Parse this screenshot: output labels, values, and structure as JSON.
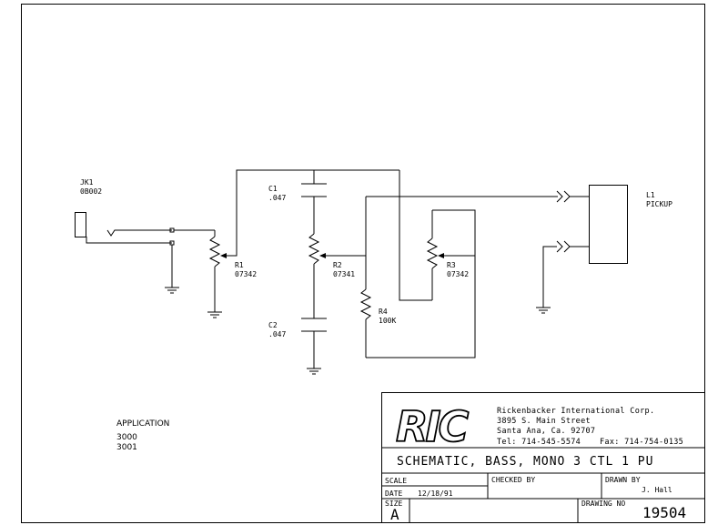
{
  "components": {
    "jk1": {
      "ref": "JK1",
      "part": "0B002"
    },
    "c1": {
      "ref": "C1",
      "value": ".047"
    },
    "c2": {
      "ref": "C2",
      "value": ".047"
    },
    "r1": {
      "ref": "R1",
      "part": "07342"
    },
    "r2": {
      "ref": "R2",
      "part": "07341"
    },
    "r3": {
      "ref": "R3",
      "part": "07342"
    },
    "r4": {
      "ref": "R4",
      "value": "100K"
    },
    "l1": {
      "ref": "L1",
      "name": "PICKUP"
    }
  },
  "application": {
    "label": "APPLICATION",
    "models": [
      "3000",
      "3001"
    ]
  },
  "title_block": {
    "logo": "RIC",
    "company": "Rickenbacker International Corp.",
    "address1": "3895 S. Main Street",
    "address2": "Santa Ana, Ca. 92707",
    "phone": "Tel: 714-545-5574",
    "fax": "Fax: 714-754-0135",
    "title": "SCHEMATIC, BASS, MONO 3 CTL 1 PU",
    "scale_label": "SCALE",
    "checked_label": "CHECKED BY",
    "drawn_label": "DRAWN BY",
    "drawn_value": "J. Hall",
    "date_label": "DATE",
    "date_value": "12/18/91",
    "size_label": "SIZE",
    "size_value": "A",
    "drawing_no_label": "DRAWING NO",
    "drawing_no_value": "19504"
  }
}
